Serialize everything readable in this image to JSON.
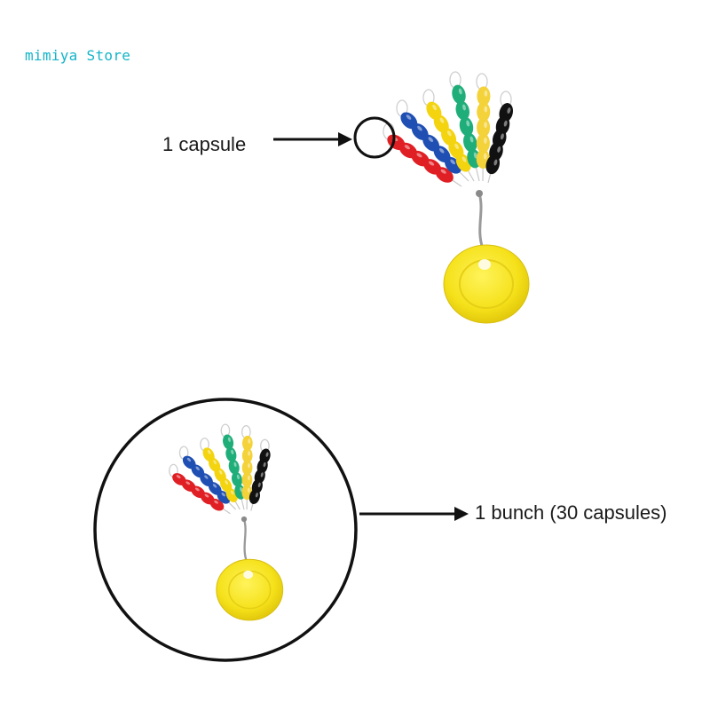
{
  "watermark": "mimiya Store",
  "labels": {
    "capsule": "1 capsule",
    "bunch": "1 bunch (30 capsules)"
  },
  "colors": {
    "watermark": "#14b4c8",
    "text": "#1a1a1a",
    "red": "#e01f24",
    "blue": "#1f4fb3",
    "yellow": "#f3d40f",
    "green": "#1fae7a",
    "light_yellow": "#f4d23a",
    "black": "#111111",
    "disc": "#f7e51a"
  },
  "product": {
    "strands": 6,
    "capsules_per_strand": 5,
    "strand_colors": [
      "red",
      "blue",
      "yellow",
      "green",
      "light_yellow",
      "black"
    ]
  }
}
